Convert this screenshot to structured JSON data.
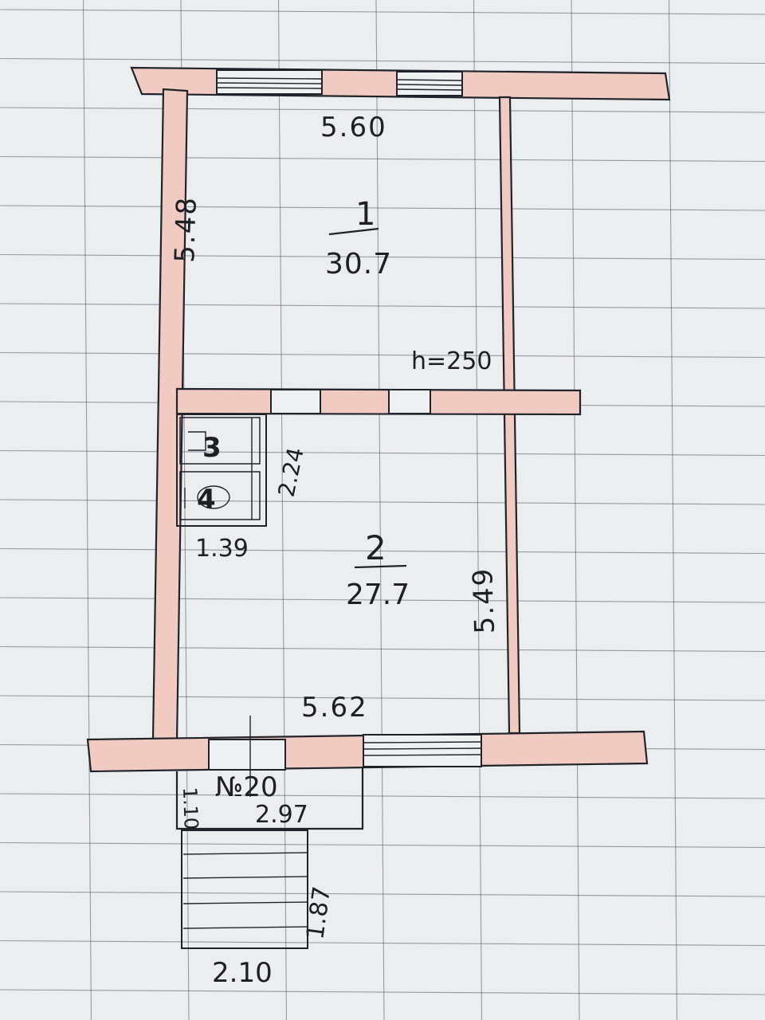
{
  "rooms": [
    {
      "number": "1",
      "area": "30.7",
      "number_color": "#1c7f4d",
      "area_color": "#1f2228"
    },
    {
      "number": "2",
      "area": "27.7",
      "number_color": "#1c7f4d",
      "area_color": "#1f2228"
    },
    {
      "number": "3",
      "number_color": "#1c7f4d"
    },
    {
      "number": "4",
      "number_color": "#1c7f4d"
    }
  ],
  "dimensions": {
    "room1_width": "5.60",
    "room1_length": "5.48",
    "ceiling_height": "h=250",
    "bathroom_width": "1.39",
    "bathroom_length": "2.24",
    "room2_width": "5.62",
    "room2_length": "5.49",
    "porch_width": "2.97",
    "porch_depth": "1.10",
    "stairs_width": "2.10",
    "stairs_length": "1.87"
  },
  "entrance_label": "№20",
  "colors": {
    "wall_fill": "#f1cbc2",
    "ink": "#20232a",
    "room_number": "#1c7f4d",
    "entrance_label": "#d8262f",
    "paper": "#ecedef",
    "grid": "#4e5566"
  }
}
